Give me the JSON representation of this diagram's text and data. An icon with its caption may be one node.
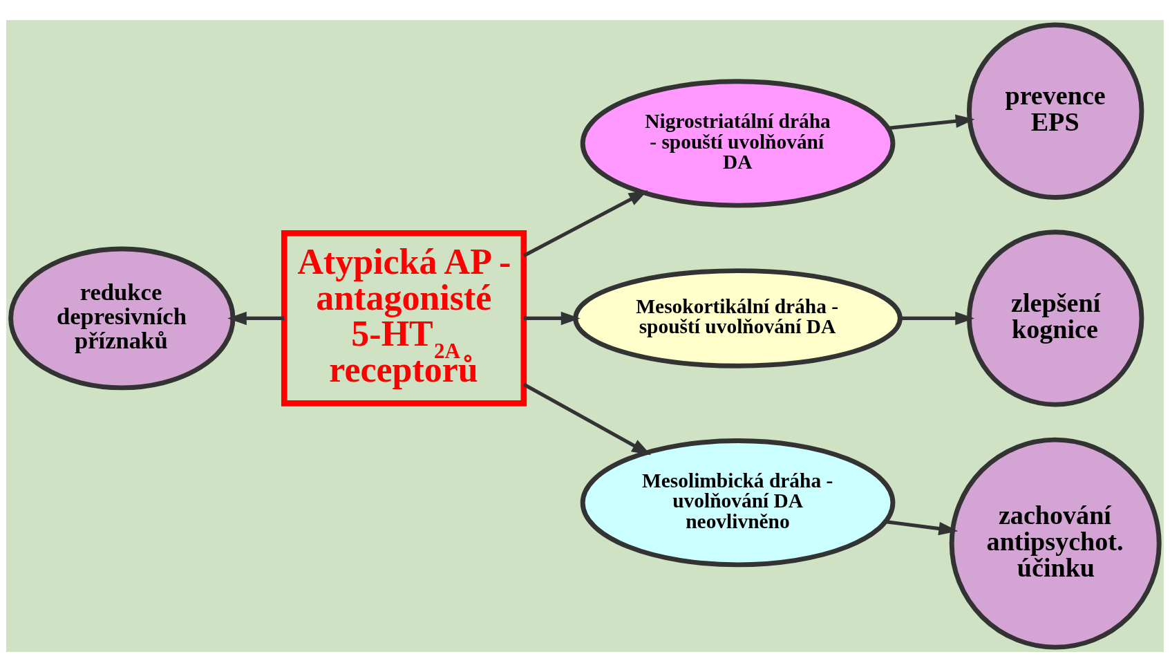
{
  "diagram": {
    "nodes": [
      {
        "text": [
          "Atypická AP - antagonisté 5-HT$_{2A}$ receptorů"
        ]
      },
      {
        "text": [
          "redukce depresivních příznaků"
        ]
      },
      {
        "text": [
          "Nigrostriatální dráha - spouští uvolňování DA"
        ]
      },
      {
        "text": [
          "Mesokortikální dráha - spouští uvolňování DA"
        ]
      },
      {
        "text": [
          "Mesolimbická dráha - uvolňování DA neovlivněno"
        ]
      },
      {
        "text": [
          "prevence EPS"
        ]
      },
      {
        "text": [
          "zlepšení kognice"
        ]
      },
      {
        "text": [
          "zachování antipsychot. účinku"
        ]
      }
    ],
    "edges": [
      {
        "from": 0,
        "to": 1,
        "arrow": "to"
      },
      {
        "from": 0,
        "to": 2,
        "arrow": "to"
      },
      {
        "from": 0,
        "to": 3,
        "arrow": "to"
      },
      {
        "from": 0,
        "to": 4,
        "arrow": "to"
      },
      {
        "from": 2,
        "to": 5,
        "arrow": "to"
      },
      {
        "from": 3,
        "to": 6,
        "arrow": "to"
      },
      {
        "from": 4,
        "to": 7,
        "arrow": "to"
      }
    ]
  }
}
